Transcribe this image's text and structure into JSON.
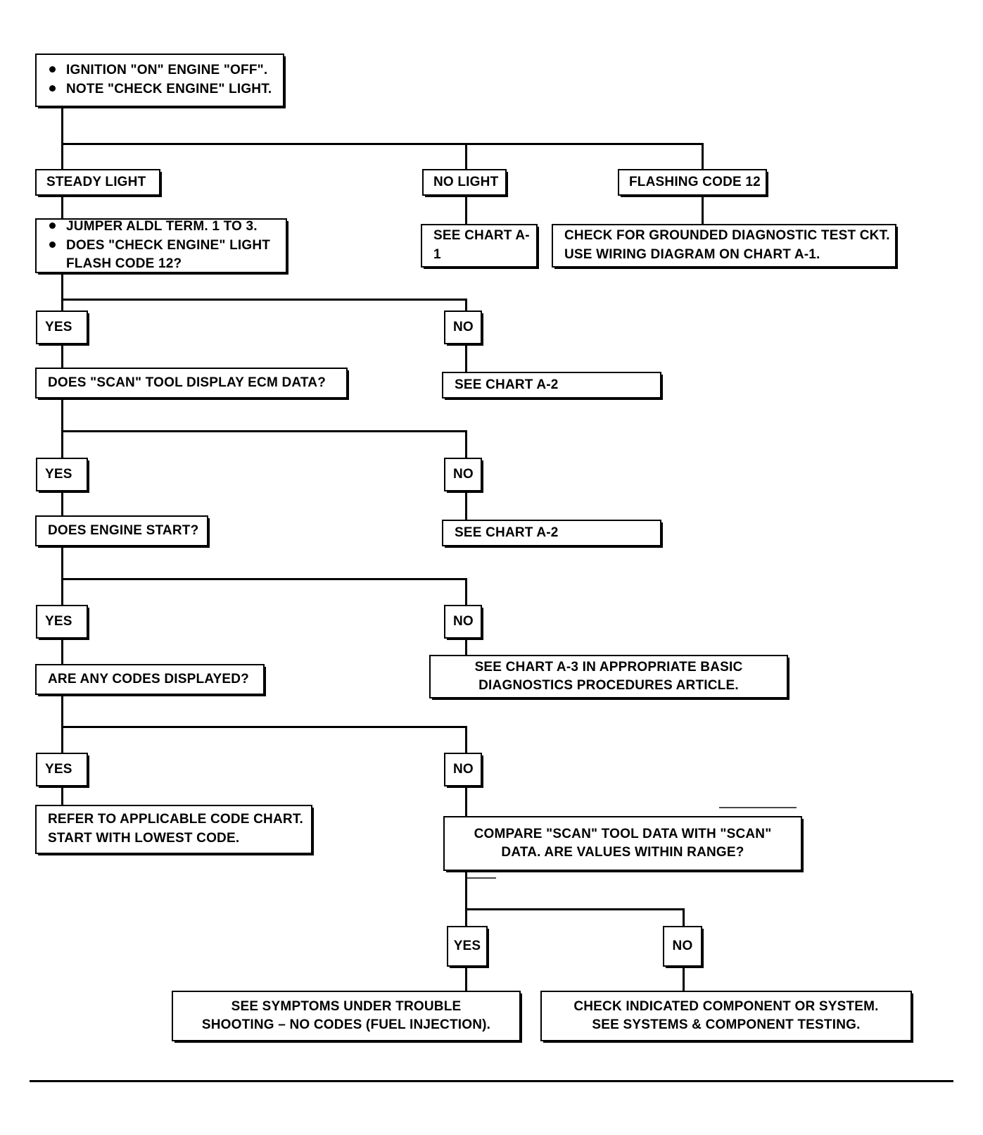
{
  "chart_data": {
    "type": "diagram",
    "diagram_type": "flowchart",
    "title": "Diagnostic Circuit Check",
    "nodes": [
      {
        "id": "start",
        "kind": "process-bullets",
        "text": [
          "IGNITION \"ON\" ENGINE \"OFF\".",
          "NOTE \"CHECK ENGINE\" LIGHT."
        ]
      },
      {
        "id": "steady",
        "kind": "branch-label",
        "text": "STEADY LIGHT"
      },
      {
        "id": "nolight",
        "kind": "branch-label",
        "text": "NO LIGHT"
      },
      {
        "id": "flash12",
        "kind": "branch-label",
        "text": "FLASHING CODE 12"
      },
      {
        "id": "jumper",
        "kind": "process-bullets",
        "text": [
          "JUMPER ALDL TERM.   1 TO 3.",
          "DOES \"CHECK ENGINE\" LIGHT\nFLASH CODE 12?"
        ]
      },
      {
        "id": "chartA1",
        "kind": "terminal",
        "text": "SEE CHART A-1"
      },
      {
        "id": "grounded",
        "kind": "terminal",
        "text": "CHECK FOR GROUNDED DIAGNOSTIC TEST CKT.\nUSE WIRING DIAGRAM ON CHART A-1."
      },
      {
        "id": "yes1",
        "kind": "decision",
        "text": "YES"
      },
      {
        "id": "no1",
        "kind": "decision",
        "text": "NO"
      },
      {
        "id": "scanecm",
        "kind": "question",
        "text": "DOES \"SCAN\" TOOL DISPLAY ECM DATA?"
      },
      {
        "id": "chartA2a",
        "kind": "terminal",
        "text": "SEE CHART A-2"
      },
      {
        "id": "yes2",
        "kind": "decision",
        "text": "YES"
      },
      {
        "id": "no2",
        "kind": "decision",
        "text": "NO"
      },
      {
        "id": "enginestart",
        "kind": "question",
        "text": "DOES ENGINE START?"
      },
      {
        "id": "chartA2b",
        "kind": "terminal",
        "text": "SEE CHART A-2"
      },
      {
        "id": "yes3",
        "kind": "decision",
        "text": "YES"
      },
      {
        "id": "no3",
        "kind": "decision",
        "text": "NO"
      },
      {
        "id": "anycodes",
        "kind": "question",
        "text": "ARE ANY CODES DISPLAYED?"
      },
      {
        "id": "chartA3",
        "kind": "terminal",
        "text": "SEE CHART A-3 IN APPROPRIATE BASIC\nDIAGNOSTICS PROCEDURES ARTICLE."
      },
      {
        "id": "yes4",
        "kind": "decision",
        "text": "YES"
      },
      {
        "id": "no4",
        "kind": "decision",
        "text": "NO"
      },
      {
        "id": "refercode",
        "kind": "terminal",
        "text": "REFER TO APPLICABLE CODE CHART.\nSTART WITH LOWEST CODE."
      },
      {
        "id": "comparescan",
        "kind": "question",
        "text": "COMPARE \"SCAN\" TOOL DATA WITH \"SCAN\"\nDATA. ARE VALUES WITHIN RANGE?"
      },
      {
        "id": "yes5",
        "kind": "decision",
        "text": "YES"
      },
      {
        "id": "no5",
        "kind": "decision",
        "text": "NO"
      },
      {
        "id": "symptoms",
        "kind": "terminal",
        "text": "SEE SYMPTOMS UNDER TROUBLE\nSHOOTING – NO CODES (FUEL INJECTION)."
      },
      {
        "id": "checkcomp",
        "kind": "terminal",
        "text": "CHECK INDICATED COMPONENT OR SYSTEM.\nSEE SYSTEMS & COMPONENT TESTING."
      }
    ],
    "edges": [
      {
        "from": "start",
        "to": "steady",
        "label": ""
      },
      {
        "from": "start",
        "to": "nolight",
        "label": ""
      },
      {
        "from": "start",
        "to": "flash12",
        "label": ""
      },
      {
        "from": "steady",
        "to": "jumper",
        "label": ""
      },
      {
        "from": "nolight",
        "to": "chartA1",
        "label": ""
      },
      {
        "from": "flash12",
        "to": "grounded",
        "label": ""
      },
      {
        "from": "jumper",
        "to": "yes1",
        "label": "YES"
      },
      {
        "from": "jumper",
        "to": "no1",
        "label": "NO"
      },
      {
        "from": "yes1",
        "to": "scanecm",
        "label": ""
      },
      {
        "from": "no1",
        "to": "chartA2a",
        "label": ""
      },
      {
        "from": "scanecm",
        "to": "yes2",
        "label": "YES"
      },
      {
        "from": "scanecm",
        "to": "no2",
        "label": "NO"
      },
      {
        "from": "yes2",
        "to": "enginestart",
        "label": ""
      },
      {
        "from": "no2",
        "to": "chartA2b",
        "label": ""
      },
      {
        "from": "enginestart",
        "to": "yes3",
        "label": "YES"
      },
      {
        "from": "enginestart",
        "to": "no3",
        "label": "NO"
      },
      {
        "from": "yes3",
        "to": "anycodes",
        "label": ""
      },
      {
        "from": "no3",
        "to": "chartA3",
        "label": ""
      },
      {
        "from": "anycodes",
        "to": "yes4",
        "label": "YES"
      },
      {
        "from": "anycodes",
        "to": "no4",
        "label": "NO"
      },
      {
        "from": "yes4",
        "to": "refercode",
        "label": ""
      },
      {
        "from": "no4",
        "to": "comparescan",
        "label": ""
      },
      {
        "from": "comparescan",
        "to": "yes5",
        "label": "YES"
      },
      {
        "from": "comparescan",
        "to": "no5",
        "label": "NO"
      },
      {
        "from": "yes5",
        "to": "symptoms",
        "label": ""
      },
      {
        "from": "no5",
        "to": "checkcomp",
        "label": ""
      }
    ],
    "colors": {
      "line": "#000000",
      "box_border": "#000000",
      "box_fill": "#ffffff",
      "text": "#000000"
    }
  },
  "nodes": {
    "start": {
      "bullet1": "IGNITION \"ON\" ENGINE \"OFF\".",
      "bullet2": "NOTE \"CHECK ENGINE\" LIGHT."
    },
    "steady_light": "STEADY LIGHT",
    "no_light": "NO LIGHT",
    "flashing_code_12": "FLASHING CODE 12",
    "jumper": {
      "bullet1": "JUMPER ALDL TERM.   1 TO 3.",
      "bullet2": "DOES \"CHECK ENGINE\" LIGHT\nFLASH CODE 12?"
    },
    "see_chart_a1": "SEE CHART A-1",
    "grounded_test": "CHECK FOR GROUNDED DIAGNOSTIC TEST CKT.\nUSE WIRING DIAGRAM ON CHART A-1.",
    "yes_1": "YES",
    "no_1": "NO",
    "scan_ecm_data": "DOES \"SCAN\" TOOL DISPLAY ECM DATA?",
    "see_chart_a2_a": "SEE CHART A-2",
    "yes_2": "YES",
    "no_2": "NO",
    "engine_start": "DOES ENGINE START?",
    "see_chart_a2_b": "SEE CHART A-2",
    "yes_3": "YES",
    "no_3": "NO",
    "any_codes": "ARE ANY CODES DISPLAYED?",
    "see_chart_a3": "SEE CHART A-3 IN APPROPRIATE BASIC\nDIAGNOSTICS PROCEDURES ARTICLE.",
    "yes_4": "YES",
    "no_4": "NO",
    "refer_code_chart": "REFER TO APPLICABLE CODE CHART.\nSTART WITH LOWEST CODE.",
    "compare_scan": "COMPARE \"SCAN\" TOOL DATA WITH \"SCAN\"\nDATA. ARE VALUES WITHIN RANGE?",
    "yes_5": "YES",
    "no_5": "NO",
    "symptoms": "SEE SYMPTOMS UNDER TROUBLE\nSHOOTING – NO CODES (FUEL INJECTION).",
    "check_component": "CHECK INDICATED COMPONENT OR SYSTEM.\nSEE SYSTEMS & COMPONENT TESTING."
  }
}
